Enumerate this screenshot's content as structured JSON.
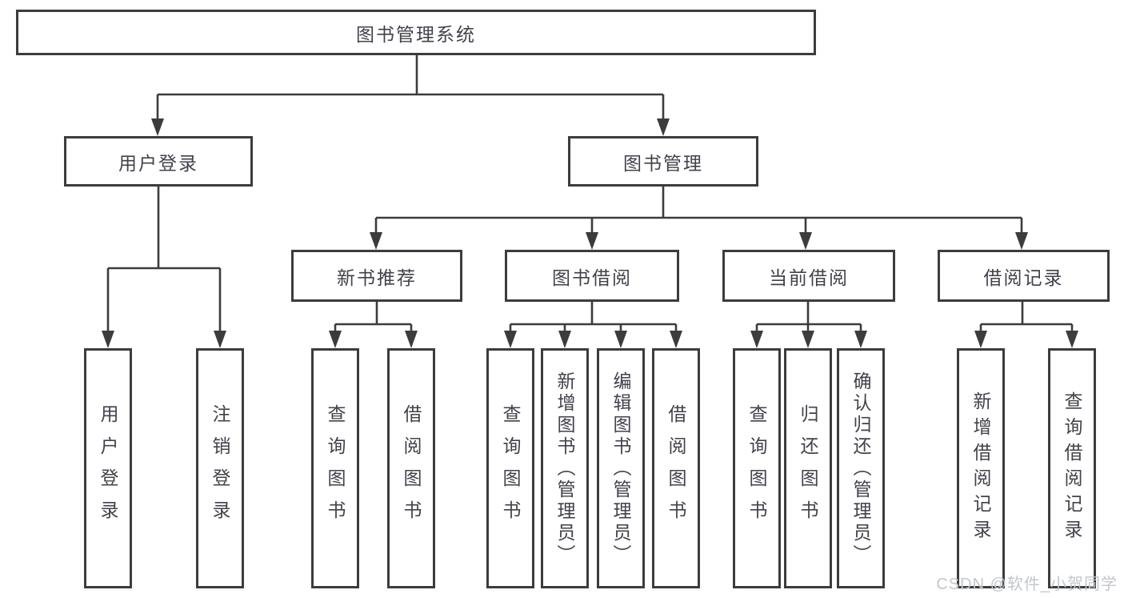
{
  "diagram": {
    "root": {
      "label": "图书管理系统"
    },
    "level2": [
      {
        "id": "user-login",
        "label": "用户登录"
      },
      {
        "id": "book-management",
        "label": "图书管理"
      }
    ],
    "level3": [
      {
        "id": "new-book-recommend",
        "label": "新书推荐"
      },
      {
        "id": "book-borrow",
        "label": "图书借阅"
      },
      {
        "id": "current-borrow",
        "label": "当前借阅"
      },
      {
        "id": "borrow-records",
        "label": "借阅记录"
      }
    ],
    "leaves": [
      {
        "id": "user-login",
        "parent": "用户登录",
        "label": "用户登录"
      },
      {
        "id": "logout",
        "parent": "用户登录",
        "label": "注销登录"
      },
      {
        "id": "query-book-recommend",
        "parent": "新书推荐",
        "label": "查询图书"
      },
      {
        "id": "borrow-book-recommend",
        "parent": "新书推荐",
        "label": "借阅图书"
      },
      {
        "id": "query-book-borrow",
        "parent": "图书借阅",
        "label": "查询图书"
      },
      {
        "id": "add-book-admin",
        "parent": "图书借阅",
        "label": "新增图书（管理员）"
      },
      {
        "id": "edit-book-admin",
        "parent": "图书借阅",
        "label": "编辑图书（管理员）"
      },
      {
        "id": "borrow-book",
        "parent": "图书借阅",
        "label": "借阅图书"
      },
      {
        "id": "query-book-current",
        "parent": "当前借阅",
        "label": "查询图书"
      },
      {
        "id": "return-book",
        "parent": "当前借阅",
        "label": "归还图书"
      },
      {
        "id": "confirm-return-admin",
        "parent": "当前借阅",
        "label": "确认归还（管理员）"
      },
      {
        "id": "add-borrow-record",
        "parent": "借阅记录",
        "label": "新增借阅记录"
      },
      {
        "id": "query-borrow-record",
        "parent": "借阅记录",
        "label": "查询借阅记录"
      }
    ]
  },
  "watermark": {
    "text": "CSDN @软件_小贺同学"
  },
  "colors": {
    "line": "#3c3c3c",
    "box_border": "#3c3c3c",
    "text": "#41424b",
    "watermark": "#c3c7cb",
    "background": "#ffffff"
  }
}
